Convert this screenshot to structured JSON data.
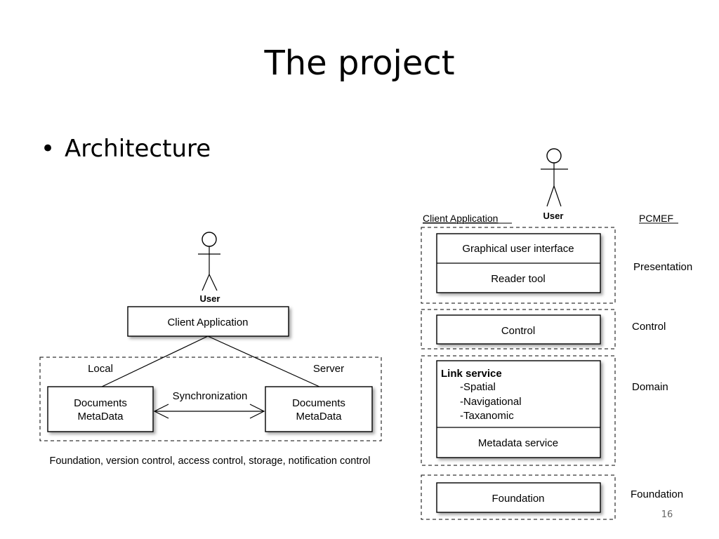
{
  "slide": {
    "title": "The project",
    "bullet": "Architecture",
    "page_number": "16"
  },
  "left_diagram": {
    "actor_label": "User",
    "client_box": "Client Application",
    "local_label": "Local",
    "server_label": "Server",
    "sync_label": "Synchronization",
    "local_box": [
      "Documents",
      "MetaData"
    ],
    "server_box": [
      "Documents",
      "MetaData"
    ],
    "caption": "Foundation, version control, access control, storage, notification control"
  },
  "right_diagram": {
    "header_left": "Client Application",
    "actor_label": "User",
    "header_right": "PCMEF",
    "gui_box": "Graphical user interface",
    "reader_box": "Reader tool",
    "control_box": "Control",
    "link_service_title": "Link service",
    "link_service_items": [
      "-Spatial",
      "-Navigational",
      "-Taxanomic"
    ],
    "metadata_box": "Metadata service",
    "foundation_box": "Foundation",
    "layers": {
      "presentation": "Presentation",
      "control": "Control",
      "domain": "Domain",
      "foundation": "Foundation"
    }
  }
}
